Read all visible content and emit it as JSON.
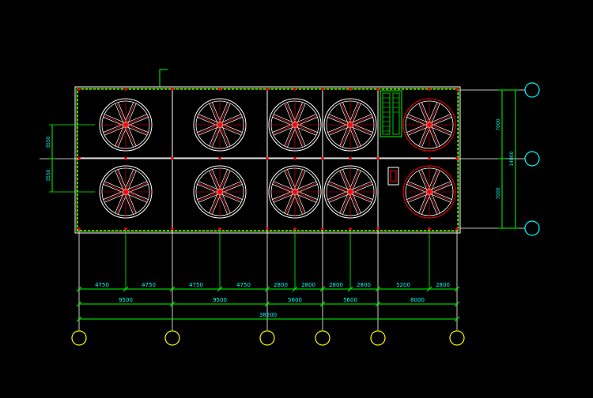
{
  "drawing": {
    "background": "#000000",
    "colors": {
      "outline": "#ffffff",
      "dimension": "#00ff00",
      "grid_line": "#ffffff",
      "node": "#ff0000",
      "fan_accent": "#ff0000",
      "axis_bubble_right": "#00ffff",
      "axis_bubble_bottom": "#ffff00",
      "dim_text": "#00ffff",
      "top_dim_text": "#dd0000"
    },
    "dims_top": [
      "4750",
      "4750",
      "4750",
      "4750",
      "2800",
      "2800",
      "2800",
      "2800",
      "5200",
      "2800"
    ],
    "dims_mid": [
      "9500",
      "9500",
      "5600",
      "5600",
      "8000"
    ],
    "dim_total": "38200",
    "dims_left": [
      "3550",
      "3550"
    ],
    "dims_right": [
      "7000",
      "7000"
    ],
    "dim_right_total": "14000",
    "fan_icon": "fan-icon",
    "stair_icon": "stair-icon",
    "opening_icon": "opening-icon"
  }
}
